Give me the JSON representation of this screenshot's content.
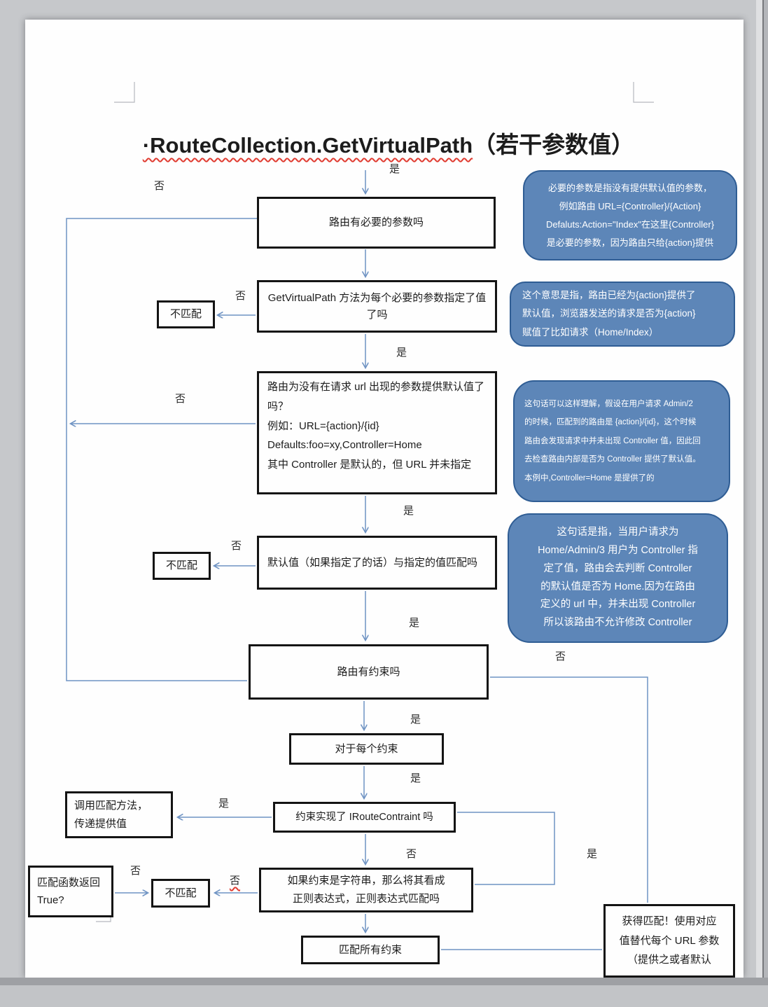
{
  "title": {
    "latin": "·RouteCollection.GetVirtualPath",
    "suffix": "（若干参数值）"
  },
  "labels": {
    "yes": "是",
    "no": "否"
  },
  "flow": {
    "b1": "路由有必要的参数吗",
    "b2": "GetVirtualPath 方法为每个必要的参数指定了值了吗",
    "b3": "路由为没有在请求 url 出现的参数提供默认值了吗？\n例如：URL={action}/{id}\nDefaults:foo=xy,Controller=Home\n其中 Controller 是默认的，但 URL 并未指定",
    "b4": "默认值（如果指定了的话）与指定的值匹配吗",
    "b5": "路由有约束吗",
    "b6": "对于每个约束",
    "b7": "约束实现了 IRouteContraint 吗",
    "b8": "如果约束是字符串，那么将其看成\n正则表达式，正则表达式匹配吗",
    "b9": "匹配所有约束",
    "b10": "获得匹配！使用对应\n值替代每个 URL 参数\n（提供之或者默认",
    "no_match": "不匹配",
    "call_match": "调用匹配方法，\n传递提供值",
    "match_fn": "匹配函数返回 True?"
  },
  "callouts": [
    {
      "text": "必要的参数是指没有提供默认值的参数，\n例如路由 URL={Controller}/{Action}\nDefaluts:Action=\"Index\"在这里{Controller}\n是必要的参数，因为路由只给{action}提供"
    },
    {
      "text": "这个意思是指，路由已经为{action}提供了\n默认值，浏览器发送的请求是否为{action}\n赋值了比如请求（Home/Index）"
    },
    {
      "text": "这句话可以这样理解，假设在用户请求 Admin/2\n的时候，匹配到的路由是 {action}/{id}，这个时候\n路由会发现请求中并未出现 Controller 值，因此回\n去检查路由内部是否为 Controller 提供了默认值。\n本例中,Controller=Home 是提供了的"
    },
    {
      "text": "这句话是指，当用户请求为\nHome/Admin/3 用户为 Controller 指\n定了值，路由会去判断 Controller\n的默认值是否为 Home.因为在路由\n定义的 url 中，并未出现 Controller\n所以该路由不允许修改 Controller"
    }
  ],
  "colors": {
    "callout_fill": "#5d86b8",
    "callout_border": "#2f5d94",
    "connector_blue": "#6f93c3",
    "box_border": "#141414",
    "spellcheck_red": "#e03c31",
    "page_background": "#fefefe",
    "window_gray": "#c6c8cb"
  }
}
